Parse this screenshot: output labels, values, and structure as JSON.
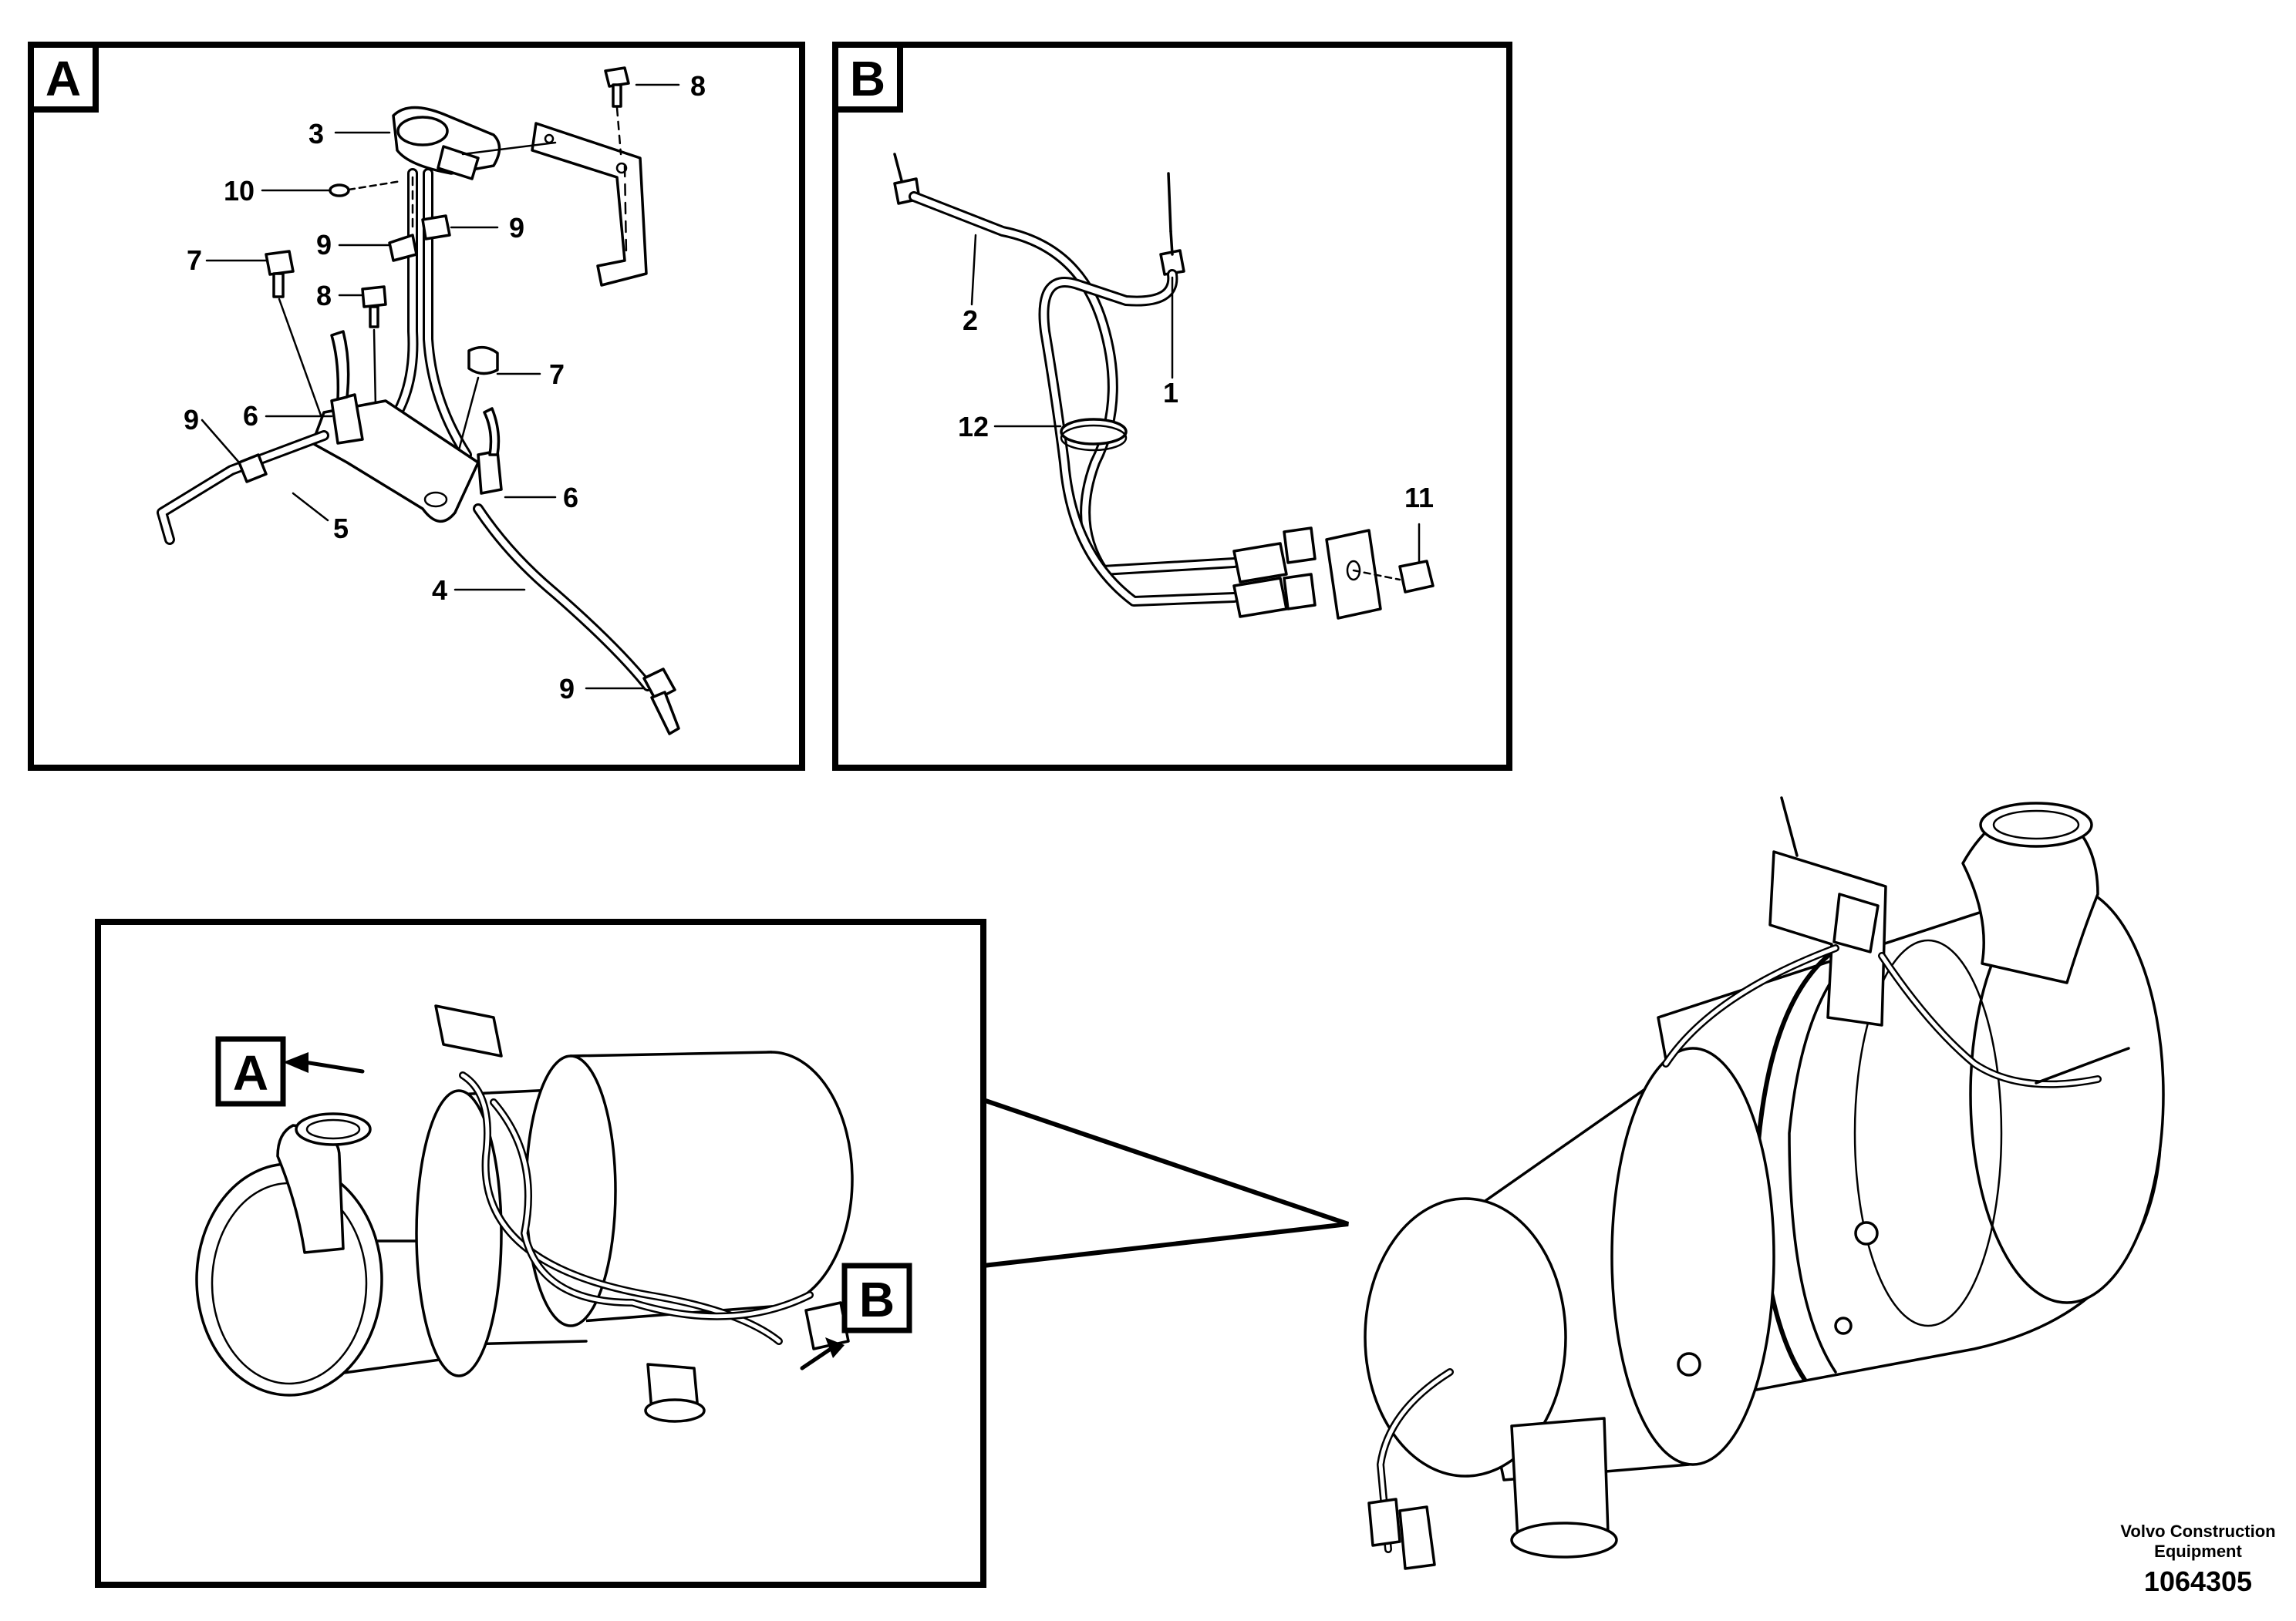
{
  "panels": {
    "a": {
      "tag": "A"
    },
    "b": {
      "tag": "B"
    },
    "overview": {
      "tag_a": "A",
      "tag_b": "B"
    }
  },
  "callouts_a": [
    "3",
    "10",
    "9",
    "9",
    "8",
    "7",
    "8",
    "7",
    "6",
    "9",
    "5",
    "6",
    "4",
    "9"
  ],
  "callouts_b": [
    "2",
    "1",
    "12",
    "11"
  ],
  "footer": {
    "brand_line1": "Volvo Construction",
    "brand_line2": "Equipment",
    "document_number": "1064305"
  }
}
